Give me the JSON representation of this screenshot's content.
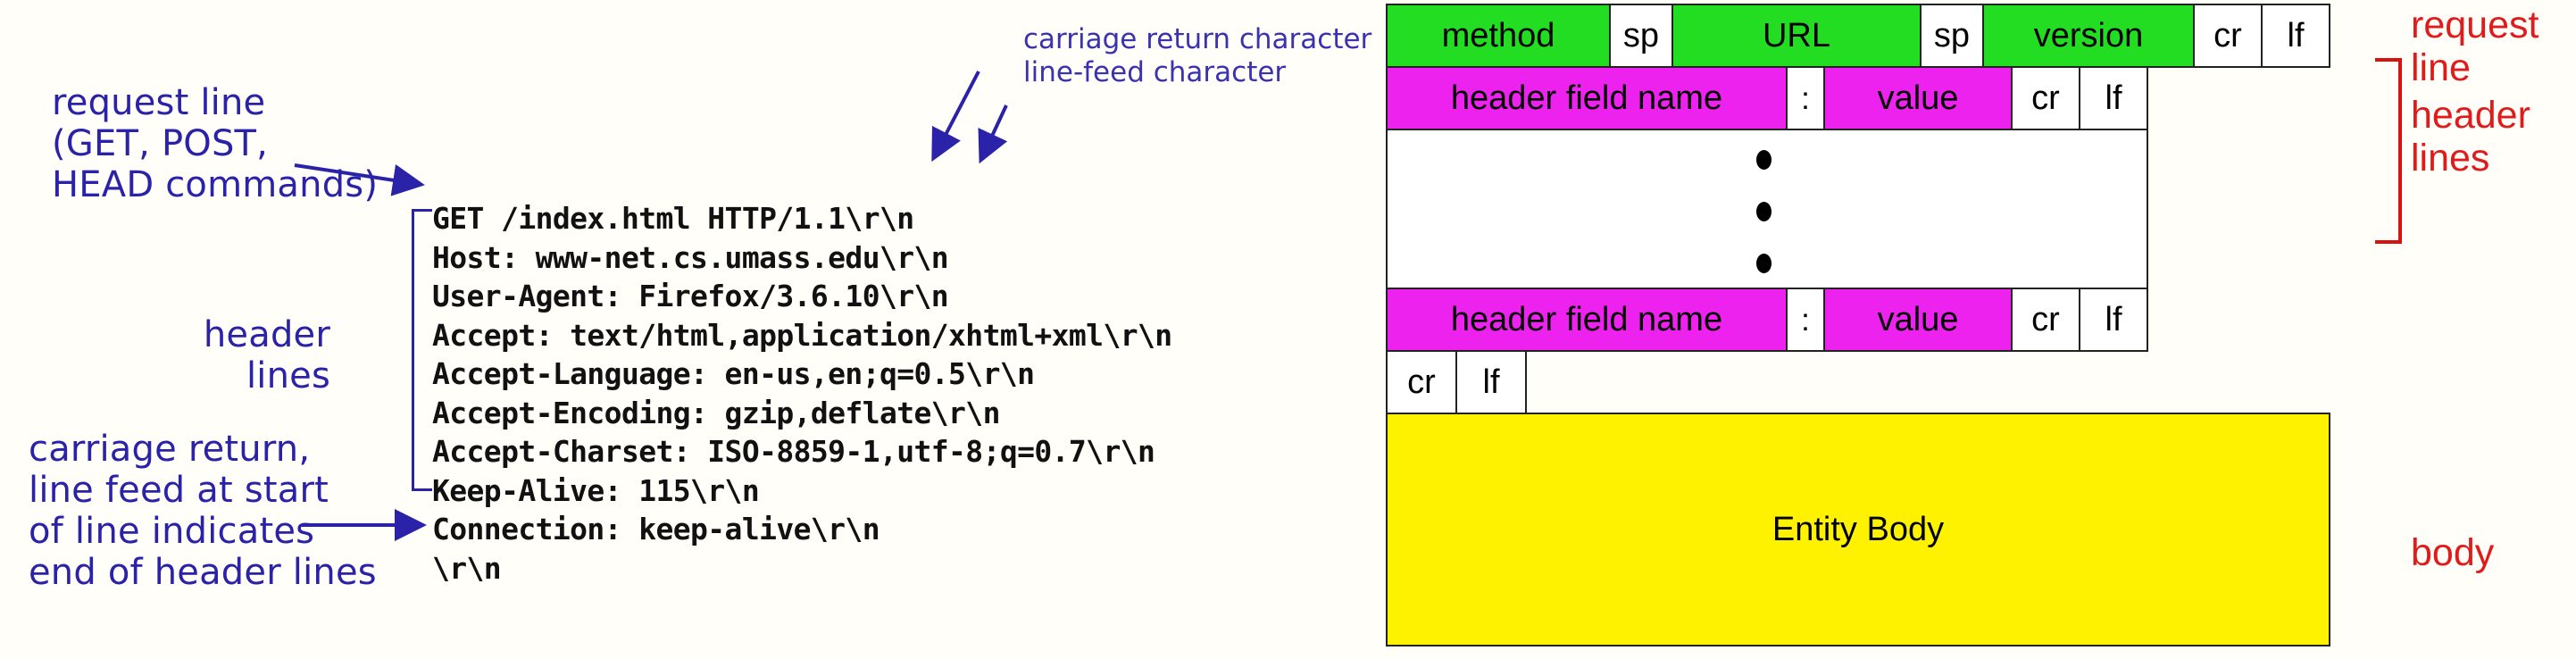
{
  "left_panel": {
    "annotations": {
      "request_line": "request line\n(GET, POST,\nHEAD commands)",
      "header_lines": "header\nlines",
      "crlf_end": "carriage return,\nline feed at start\nof line indicates\nend of header lines",
      "carriage_return_character": "carriage return character",
      "line_feed_character": "line-feed character"
    },
    "http_request": "GET /index.html HTTP/1.1\\r\\n\nHost: www-net.cs.umass.edu\\r\\n\nUser-Agent: Firefox/3.6.10\\r\\n\nAccept: text/html,application/xhtml+xml\\r\\n\nAccept-Language: en-us,en;q=0.5\\r\\n\nAccept-Encoding: gzip,deflate\\r\\n\nAccept-Charset: ISO-8859-1,utf-8;q=0.7\\r\\n\nKeep-Alive: 115\\r\\n\nConnection: keep-alive\\r\\n\n\\r\\n",
    "http_request_lines": [
      "GET /index.html HTTP/1.1\\r\\n",
      "Host: www-net.cs.umass.edu\\r\\n",
      "User-Agent: Firefox/3.6.10\\r\\n",
      "Accept: text/html,application/xhtml+xml\\r\\n",
      "Accept-Language: en-us,en;q=0.5\\r\\n",
      "Accept-Encoding: gzip,deflate\\r\\n",
      "Accept-Charset: ISO-8859-1,utf-8;q=0.7\\r\\n",
      "Keep-Alive: 115\\r\\n",
      "Connection: keep-alive\\r\\n",
      "\\r\\n"
    ]
  },
  "diagram": {
    "request_line_row": {
      "method": "method",
      "sp1": "sp",
      "url": "URL",
      "sp2": "sp",
      "version": "version",
      "cr": "cr",
      "lf": "lf"
    },
    "header_row_top": {
      "field_name": "header field name",
      "colon": ":",
      "value": "value",
      "cr": "cr",
      "lf": "lf"
    },
    "header_row_bottom": {
      "field_name": "header field name",
      "colon": ":",
      "value": "value",
      "cr": "cr",
      "lf": "lf"
    },
    "blank_line_row": {
      "cr": "cr",
      "lf": "lf"
    },
    "body_row": {
      "entity_body": "Entity Body"
    },
    "side_labels": {
      "request_line": "request\nline",
      "header_lines": "header\nlines",
      "body": "body"
    },
    "colors": {
      "green": "#22dd22",
      "magenta": "#ee22ee",
      "yellow": "#fff200",
      "red_label": "#e01b1b",
      "blue_annotation": "#2a22a8",
      "border": "#222222"
    }
  }
}
